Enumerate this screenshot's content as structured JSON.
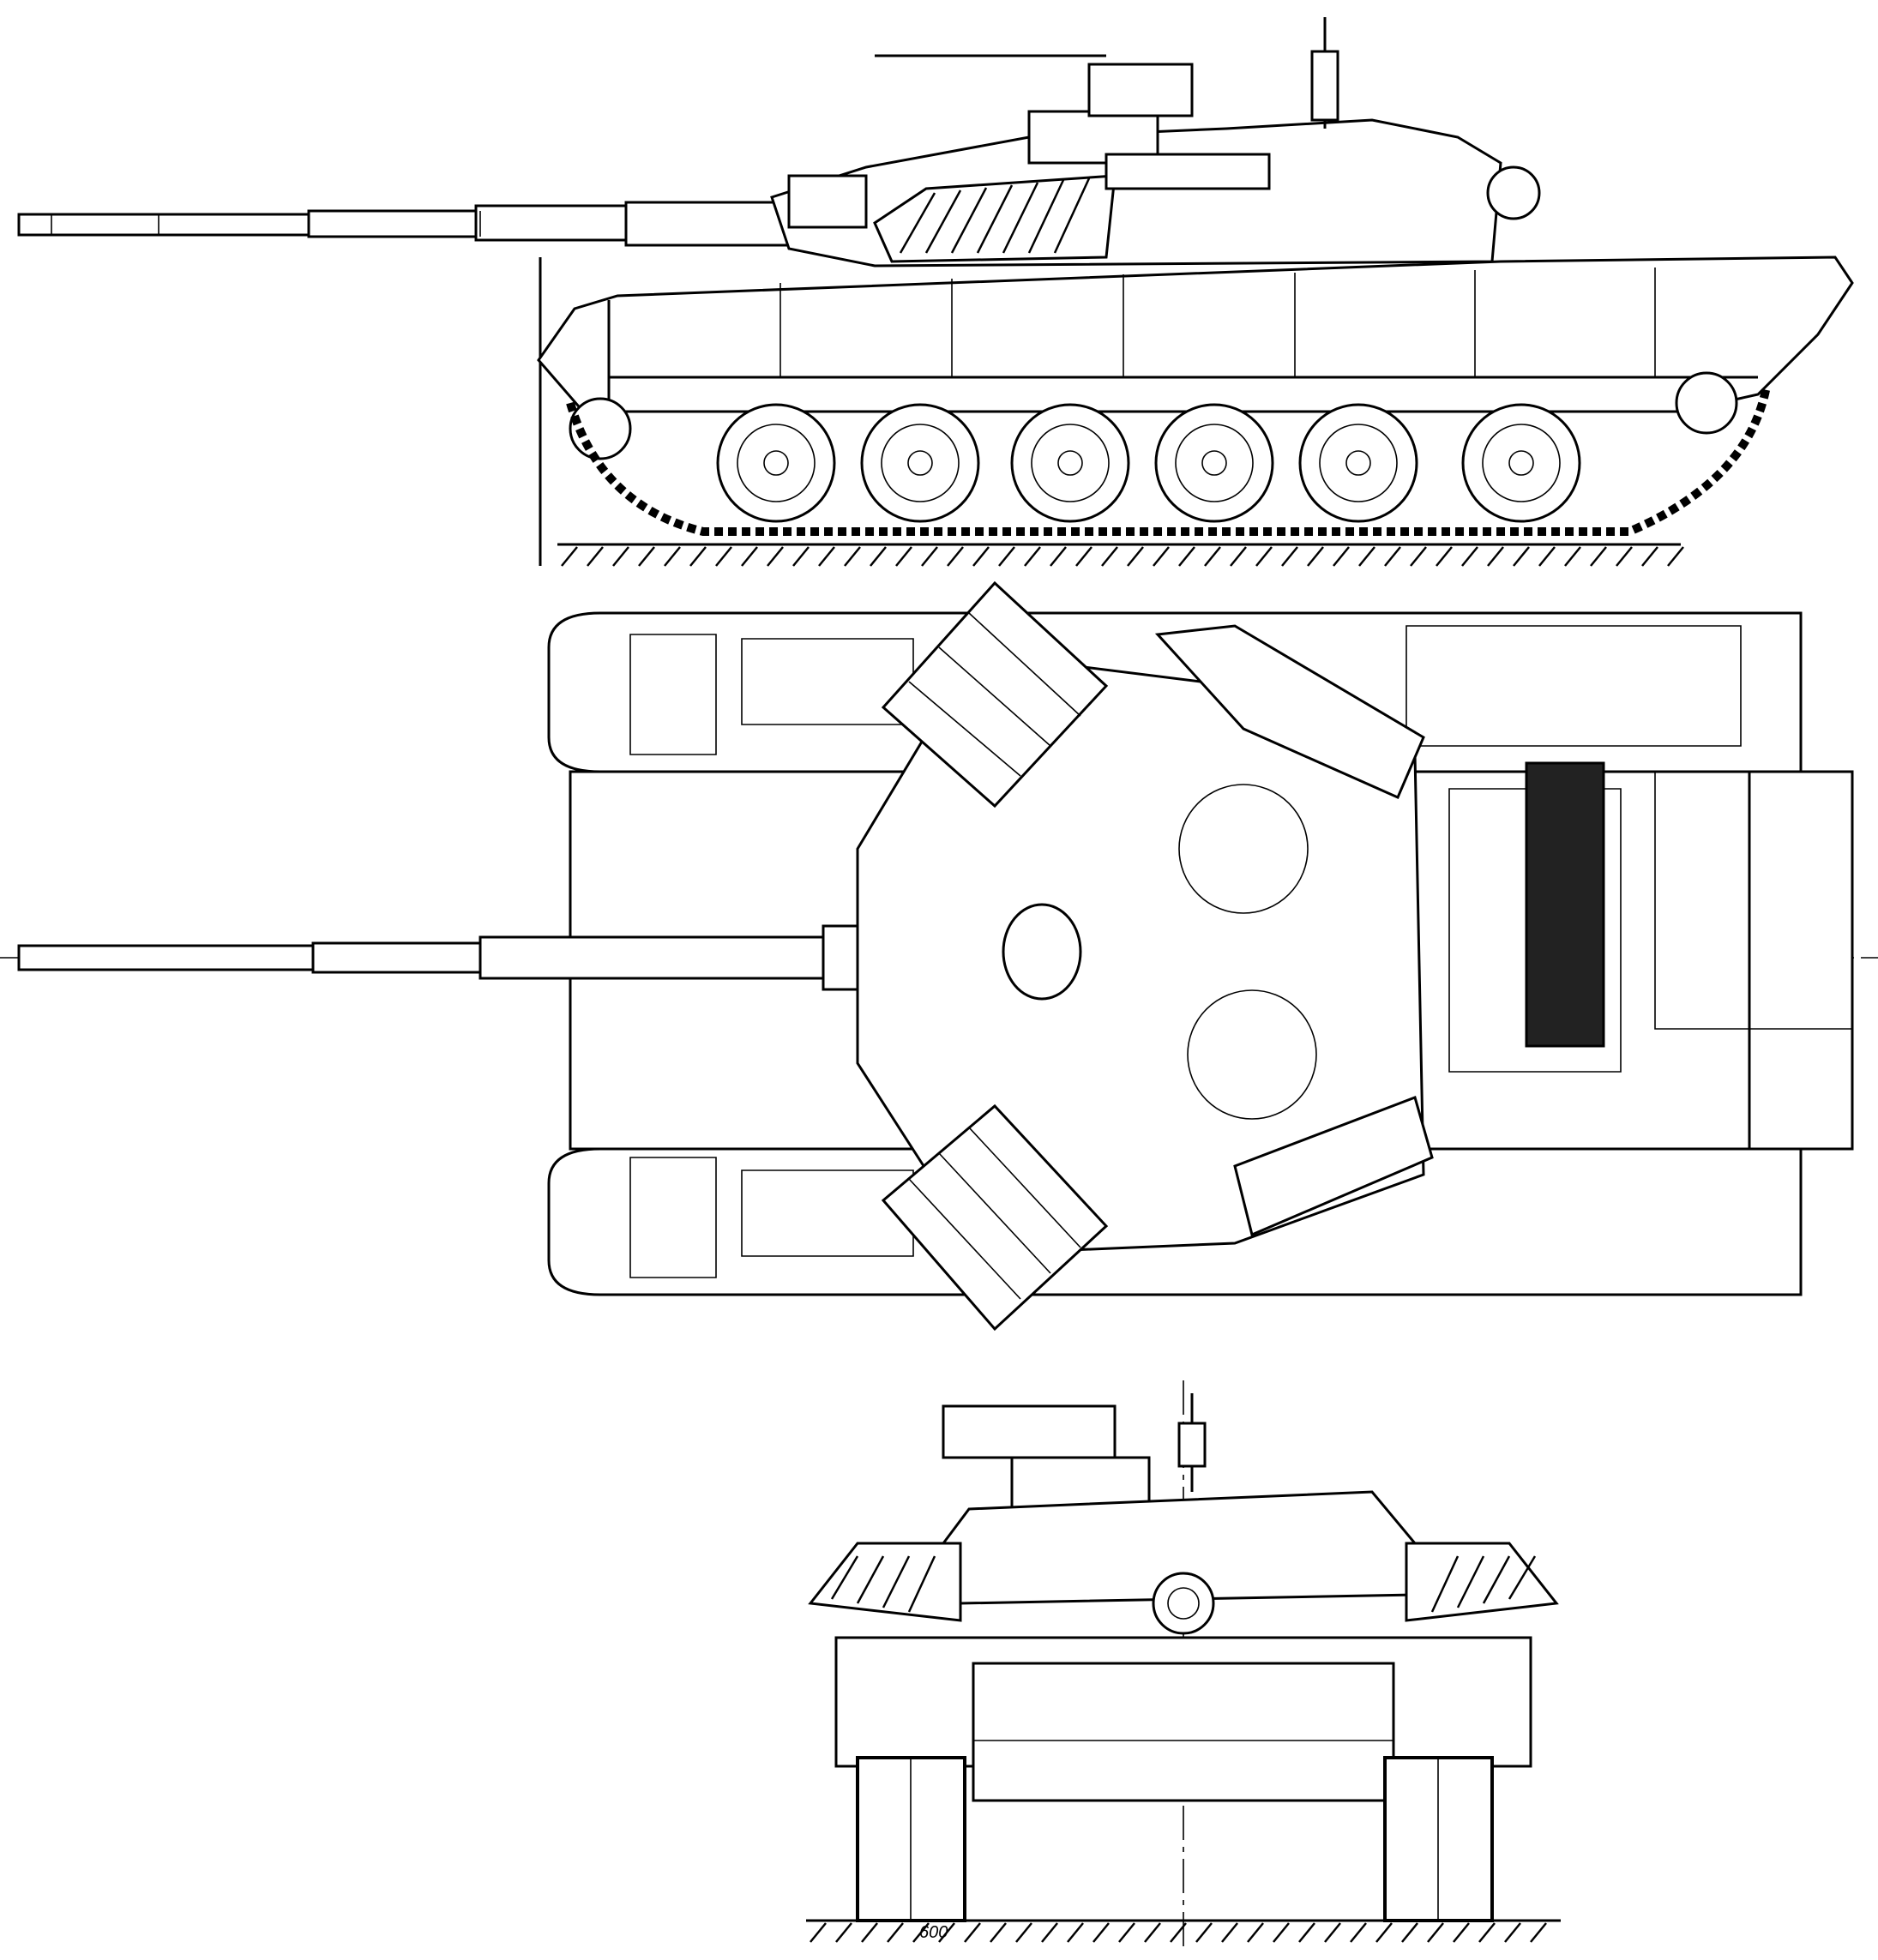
{
  "drawing": {
    "views": [
      "side",
      "top",
      "front"
    ],
    "dimension_label": "600",
    "line_color": "#000000",
    "background_color": "#ffffff",
    "road_wheels_per_side": 6
  }
}
